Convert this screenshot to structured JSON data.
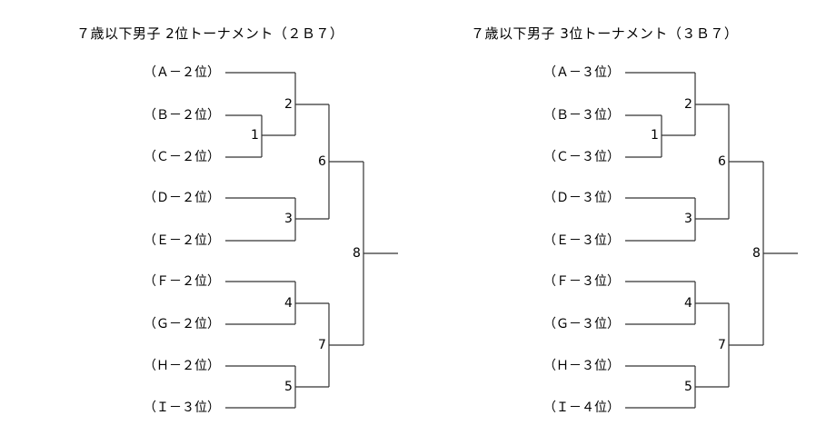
{
  "brackets": [
    {
      "title": "７歳以下男子 2位トーナメント（２Ｂ７）",
      "seeds": [
        "（Ａ－２位）",
        "（Ｂ－２位）",
        "（Ｃ－２位）",
        "（Ｄ－２位）",
        "（Ｅ－２位）",
        "（Ｆ－２位）",
        "（Ｇ－２位）",
        "（Ｈ－２位）",
        "（Ｉ－３位）"
      ],
      "matches": [
        "1",
        "2",
        "3",
        "4",
        "5",
        "6",
        "7",
        "8"
      ]
    },
    {
      "title": "７歳以下男子 3位トーナメント（３Ｂ７）",
      "seeds": [
        "（Ａ－３位）",
        "（Ｂ－３位）",
        "（Ｃ－３位）",
        "（Ｄ－３位）",
        "（Ｅ－３位）",
        "（Ｆ－３位）",
        "（Ｇ－３位）",
        "（Ｈ－３位）",
        "（Ｉ－４位）"
      ],
      "matches": [
        "1",
        "2",
        "3",
        "4",
        "5",
        "6",
        "7",
        "8"
      ]
    }
  ]
}
